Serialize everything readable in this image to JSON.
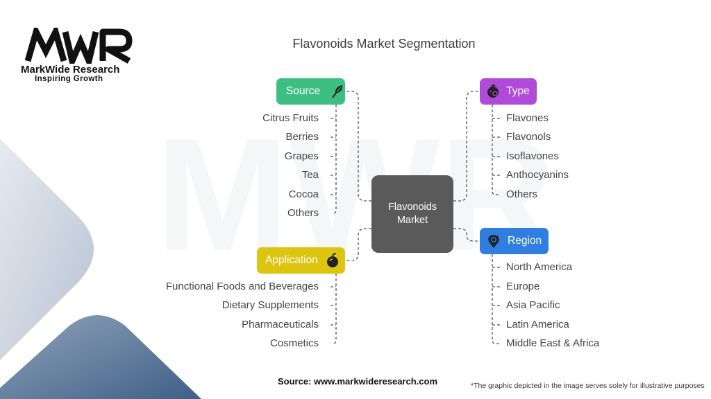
{
  "logo": {
    "mark": "MWR",
    "name": "MarkWide Research",
    "tagline": "Inspiring Growth"
  },
  "title": "Flavonoids Market Segmentation",
  "center": {
    "line1": "Flavonoids",
    "line2": "Market"
  },
  "categories": {
    "source": {
      "label": "Source",
      "color": "#3dbf82",
      "icon": "leaf-icon",
      "items": [
        "Citrus Fruits",
        "Berries",
        "Grapes",
        "Tea",
        "Cocoa",
        "Others"
      ]
    },
    "type": {
      "label": "Type",
      "color": "#b04ad8",
      "icon": "fruit-icon",
      "items": [
        "Flavones",
        "Flavonols",
        "Isoflavones",
        "Anthocyanins",
        "Others"
      ]
    },
    "application": {
      "label": "Application",
      "color": "#dcc40f",
      "icon": "apple-icon",
      "items": [
        "Functional Foods and Beverages",
        "Dietary Supplements",
        "Pharmaceuticals",
        "Cosmetics"
      ]
    },
    "region": {
      "label": "Region",
      "color": "#2f7ee0",
      "icon": "location-pin-icon",
      "items": [
        "North America",
        "Europe",
        "Asia Pacific",
        "Latin America",
        "Middle East & Africa"
      ]
    }
  },
  "footer": {
    "source": "Source: www.markwideresearch.com",
    "note": "*The graphic depicted in the image serves solely for illustrative purposes"
  }
}
